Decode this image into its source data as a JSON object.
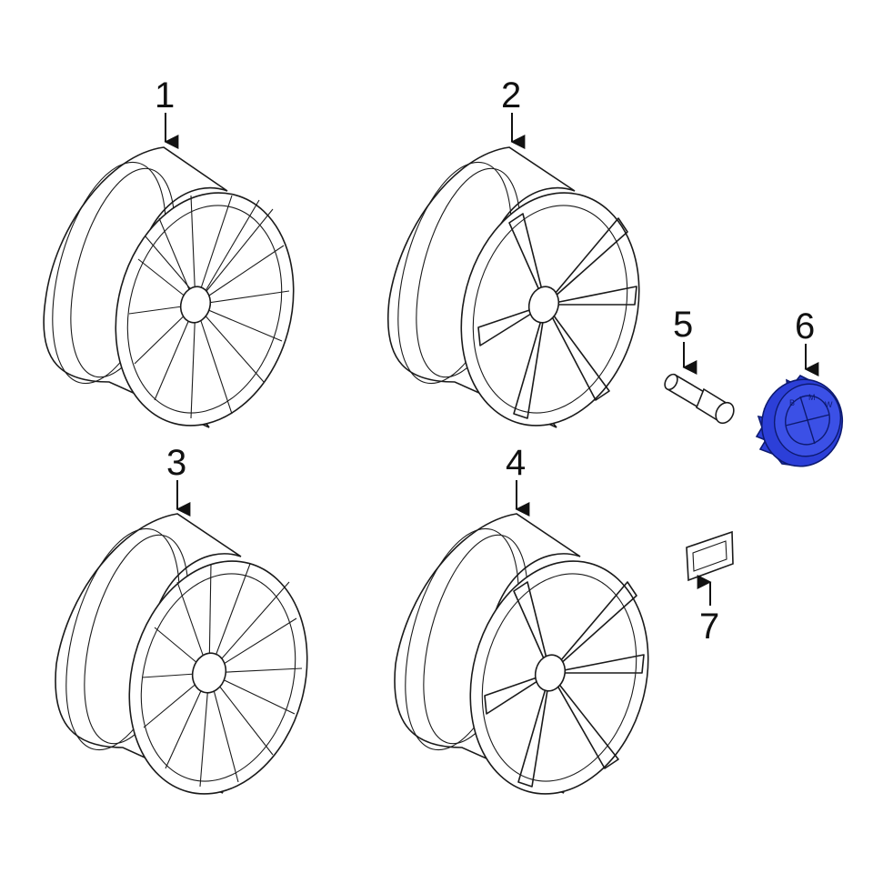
{
  "callouts": [
    {
      "id": "1",
      "label": "1"
    },
    {
      "id": "2",
      "label": "2"
    },
    {
      "id": "3",
      "label": "3"
    },
    {
      "id": "4",
      "label": "4"
    },
    {
      "id": "5",
      "label": "5"
    },
    {
      "id": "6",
      "label": "6"
    },
    {
      "id": "7",
      "label": "7"
    }
  ],
  "emblem": {
    "lettering": [
      "B",
      "M",
      "W"
    ]
  },
  "colors": {
    "highlight": "#2c3fd8",
    "line": "#1a1a1a",
    "background": "#ffffff"
  }
}
